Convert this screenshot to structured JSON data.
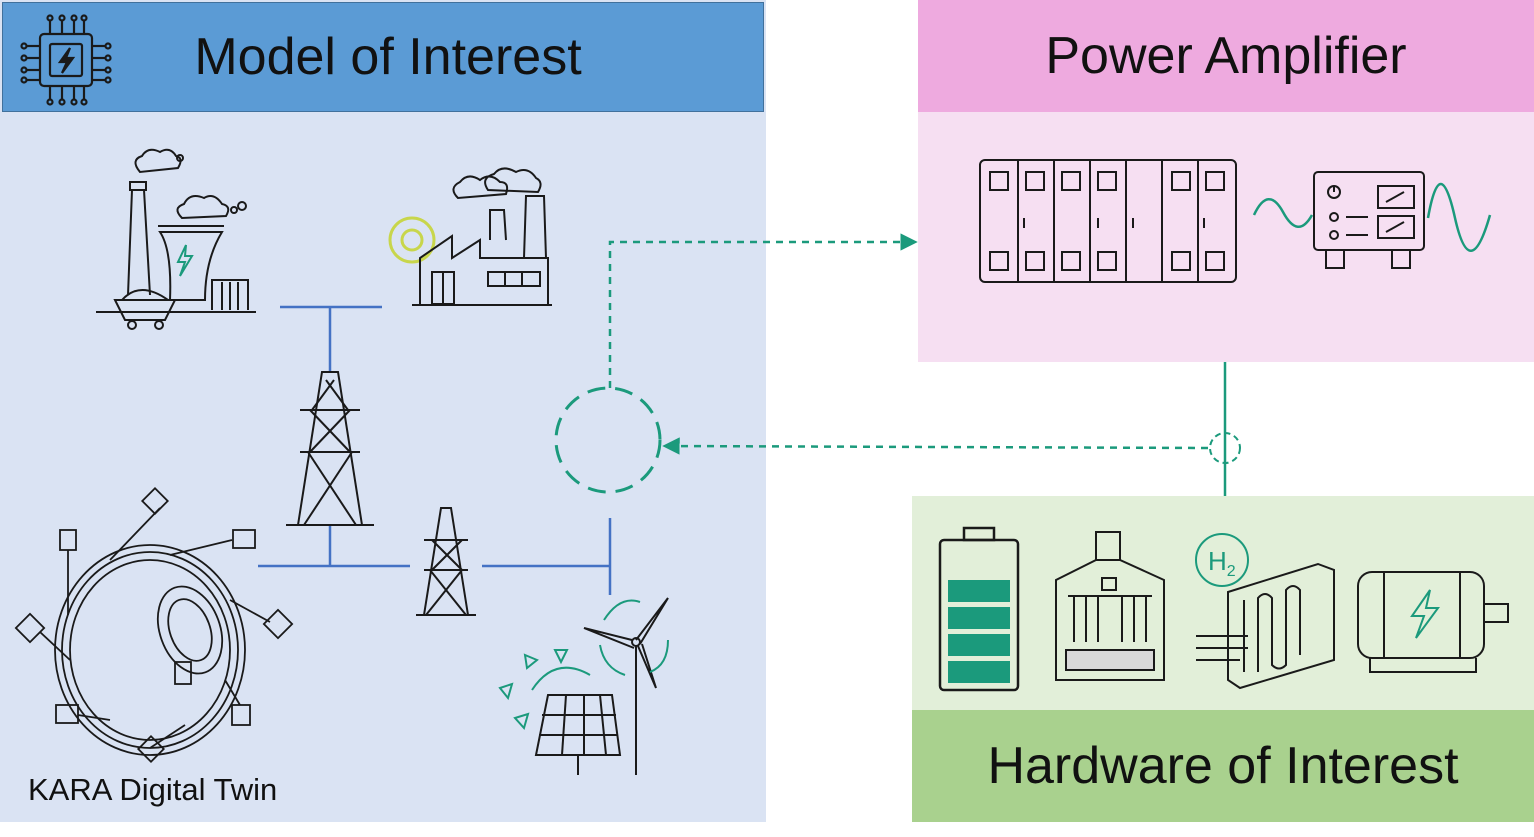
{
  "panels": {
    "model": {
      "title": "Model of Interest",
      "header_color": "#5b9bd5",
      "body_color": "#dae3f3"
    },
    "amplifier": {
      "title": "Power Amplifier",
      "header_color": "#eeaadf",
      "body_color": "#f6dff2"
    },
    "hardware": {
      "title": "Hardware of Interest",
      "header_color": "#a9d18e",
      "body_color": "#e2efd9"
    }
  },
  "kara_label": "KARA Digital Twin",
  "h2_label": "H",
  "h2_sub": "2",
  "colors": {
    "grid_line": "#4472c4",
    "signal": "#1b9a7c",
    "icon_stroke": "#1a1a1a",
    "gear": "#c8d64b"
  }
}
